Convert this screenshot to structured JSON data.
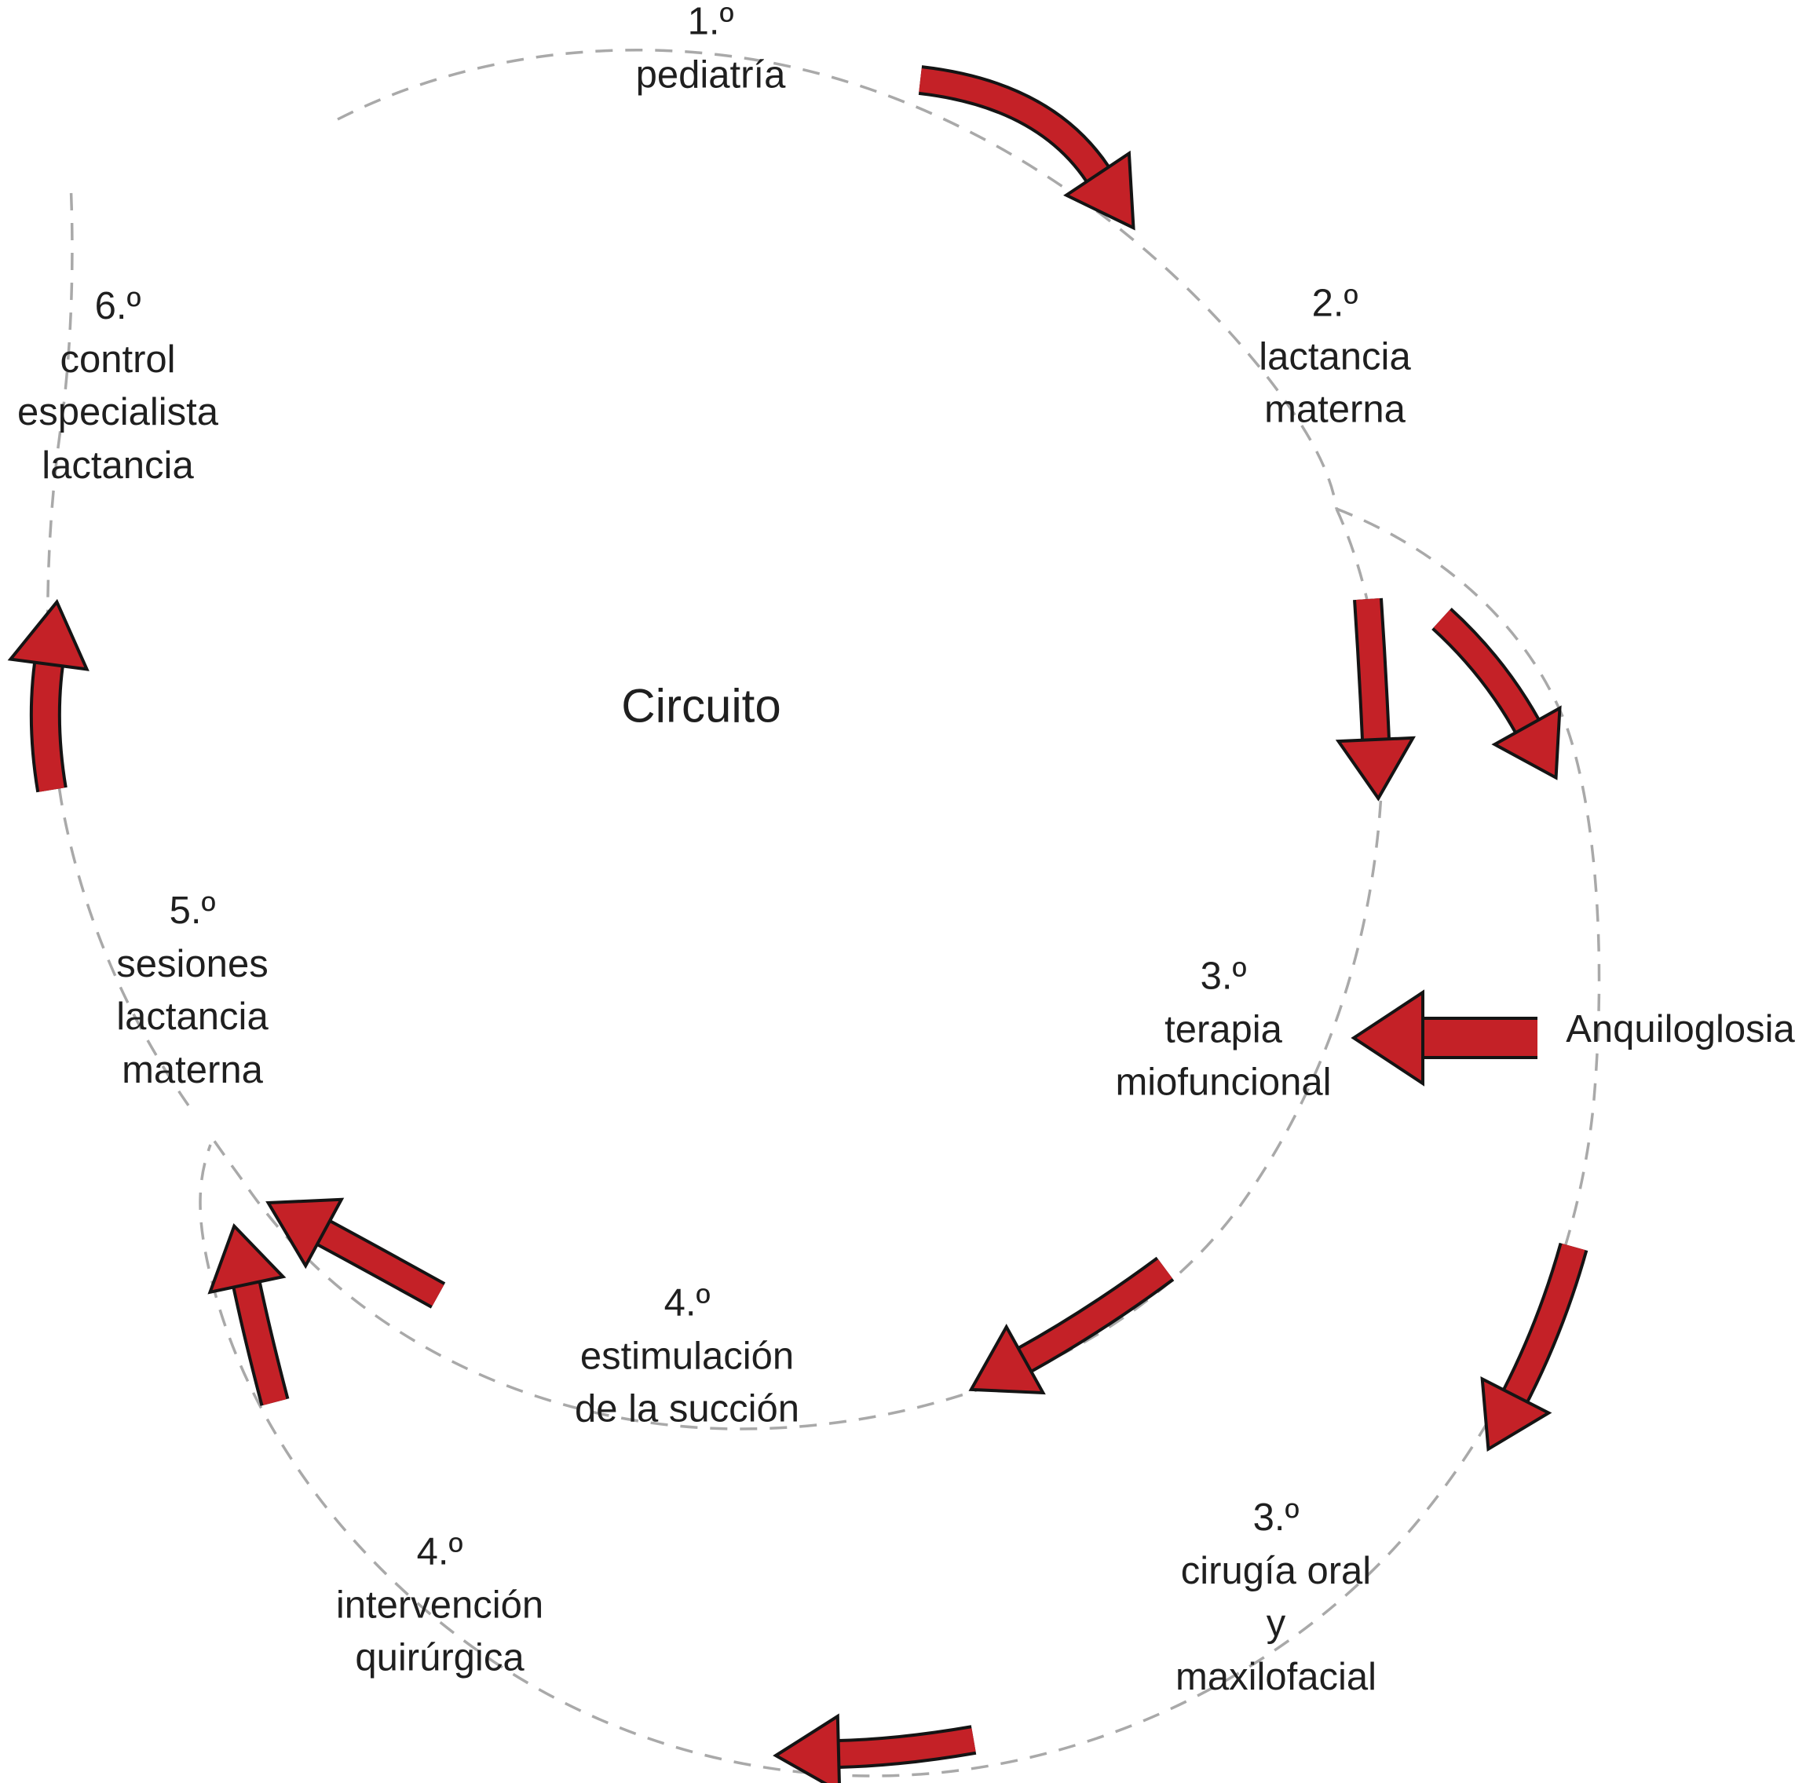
{
  "diagram": {
    "center_label": "Circuito",
    "external_label": "Anquiloglosia",
    "colors": {
      "arrow": "#c42127",
      "arrow_outline": "#141414",
      "dash": "#a9a9a9",
      "text": "#1f1f1f"
    },
    "nodes": [
      {
        "id": "pediatria",
        "lines": [
          "1.º",
          "pediatría"
        ]
      },
      {
        "id": "lactancia-materna",
        "lines": [
          "2.º",
          "lactancia",
          "materna"
        ]
      },
      {
        "id": "terapia-miofuncional",
        "lines": [
          "3.º",
          "terapia",
          "miofuncional"
        ]
      },
      {
        "id": "cirugia-oral-maxilofacial",
        "lines": [
          "3.º",
          "cirugía oral",
          "y",
          "maxilofacial"
        ]
      },
      {
        "id": "estimulacion-succion",
        "lines": [
          "4.º",
          "estimulación",
          "de la succión"
        ]
      },
      {
        "id": "intervencion-quirurgica",
        "lines": [
          "4.º",
          "intervención",
          "quirúrgica"
        ]
      },
      {
        "id": "sesiones-lactancia",
        "lines": [
          "5.º",
          "sesiones",
          "lactancia",
          "materna"
        ]
      },
      {
        "id": "control-especialista",
        "lines": [
          "6.º",
          "control",
          "especialista",
          "lactancia"
        ]
      }
    ],
    "edges": [
      {
        "name": "arrow-pediatria-to-lactancia",
        "from": "pediatria",
        "to": "lactancia-materna"
      },
      {
        "name": "arrow-split-to-terapia",
        "from": "lactancia-materna",
        "to": "terapia-miofuncional"
      },
      {
        "name": "arrow-split-to-cirugia",
        "from": "lactancia-materna",
        "to": "cirugia-oral-maxilofacial"
      },
      {
        "name": "arrow-anquiloglosia-to-circuit",
        "from": "anquiloglosia",
        "to": "terapia-miofuncional"
      },
      {
        "name": "arrow-outer-to-cirugia",
        "from": "outer-path",
        "to": "cirugia-oral-maxilofacial"
      },
      {
        "name": "arrow-terapia-to-estimulacion",
        "from": "terapia-miofuncional",
        "to": "estimulacion-succion"
      },
      {
        "name": "arrow-cirugia-to-intervencion",
        "from": "cirugia-oral-maxilofacial",
        "to": "intervencion-quirurgica"
      },
      {
        "name": "arrow-estimulacion-to-sesiones",
        "from": "estimulacion-succion",
        "to": "sesiones-lactancia"
      },
      {
        "name": "arrow-intervencion-to-sesiones",
        "from": "intervencion-quirurgica",
        "to": "sesiones-lactancia"
      },
      {
        "name": "arrow-sesiones-to-control",
        "from": "sesiones-lactancia",
        "to": "control-especialista"
      }
    ]
  }
}
